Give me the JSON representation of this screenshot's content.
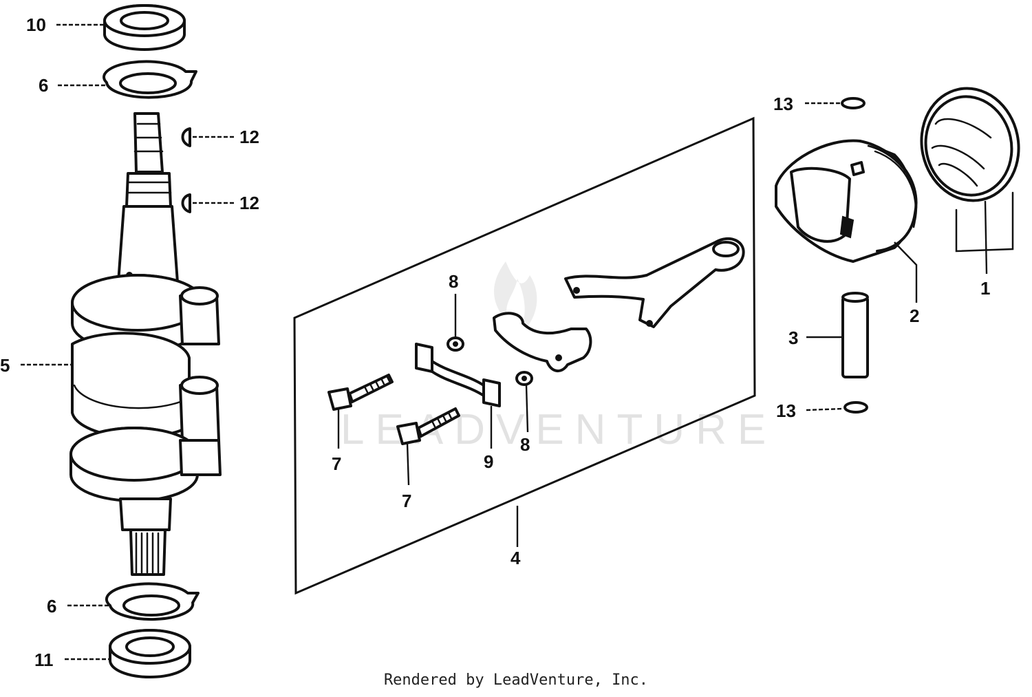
{
  "diagram": {
    "watermark": "LEADVENTURE",
    "footer": "Rendered by LeadVenture, Inc.",
    "callouts": [
      "1",
      "2",
      "3",
      "4",
      "5",
      "6",
      "6",
      "7",
      "7",
      "8",
      "8",
      "9",
      "10",
      "11",
      "12",
      "12",
      "13",
      "13"
    ],
    "colors": {
      "line": "#111111",
      "background": "#ffffff",
      "watermark": "#e2e2e2"
    }
  }
}
